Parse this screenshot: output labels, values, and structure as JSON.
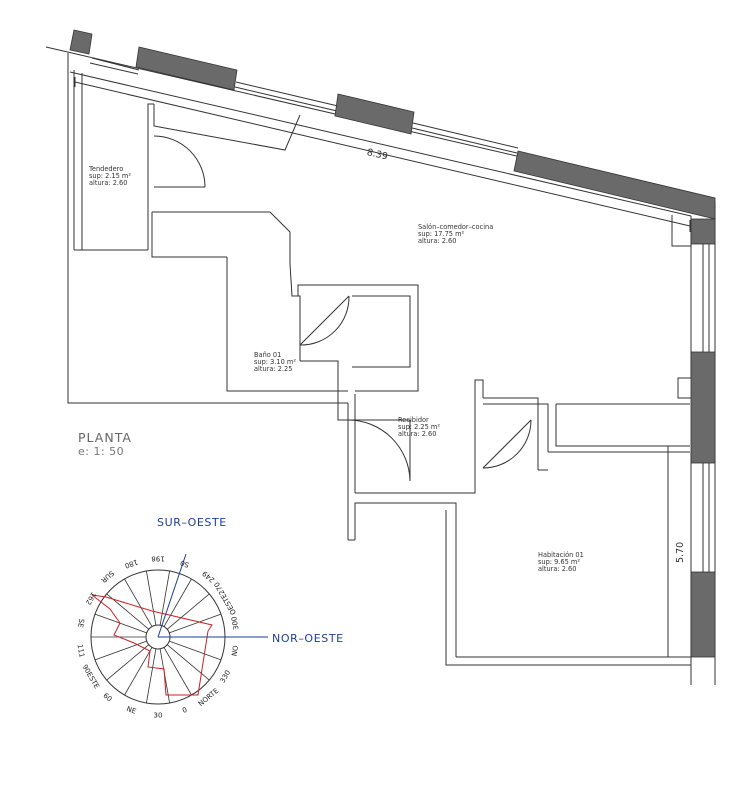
{
  "plan": {
    "title": "PLANTA",
    "scale": "e: 1: 50",
    "dimensions": {
      "top": "8.39",
      "right": "5.70"
    },
    "rooms": [
      {
        "name": "Tendedero",
        "surface": "sup: 2.15  m²",
        "height": "altura: 2.60"
      },
      {
        "name": "Salón–comedor–cocina",
        "surface": "sup: 17.75  m²",
        "height": "altura: 2.60"
      },
      {
        "name": "Baño 01",
        "surface": "sup: 3.10  m²",
        "height": "altura: 2.25"
      },
      {
        "name": "Recibidor",
        "surface": "sup: 2.25  m²",
        "height": "altura: 2.60"
      },
      {
        "name": "Habitación 01",
        "surface": "sup: 9.65  m²",
        "height": "altura: 2.60"
      }
    ]
  },
  "compass": {
    "dir_southwest": "SUR–OESTE",
    "dir_northwest": "NOR–OESTE",
    "labels": [
      "S0",
      "249",
      "OESTE270",
      "300",
      "NO",
      "330",
      "NORTE",
      "0",
      "30",
      "NE",
      "60",
      "90ESTE",
      "111",
      "SE",
      "162",
      "SUR",
      "180",
      "198"
    ],
    "line_color": "#1e3e9a",
    "trace_color": "#cc2222"
  },
  "colors": {
    "wall": "#333333",
    "window_fill": "#6a6a6a"
  }
}
